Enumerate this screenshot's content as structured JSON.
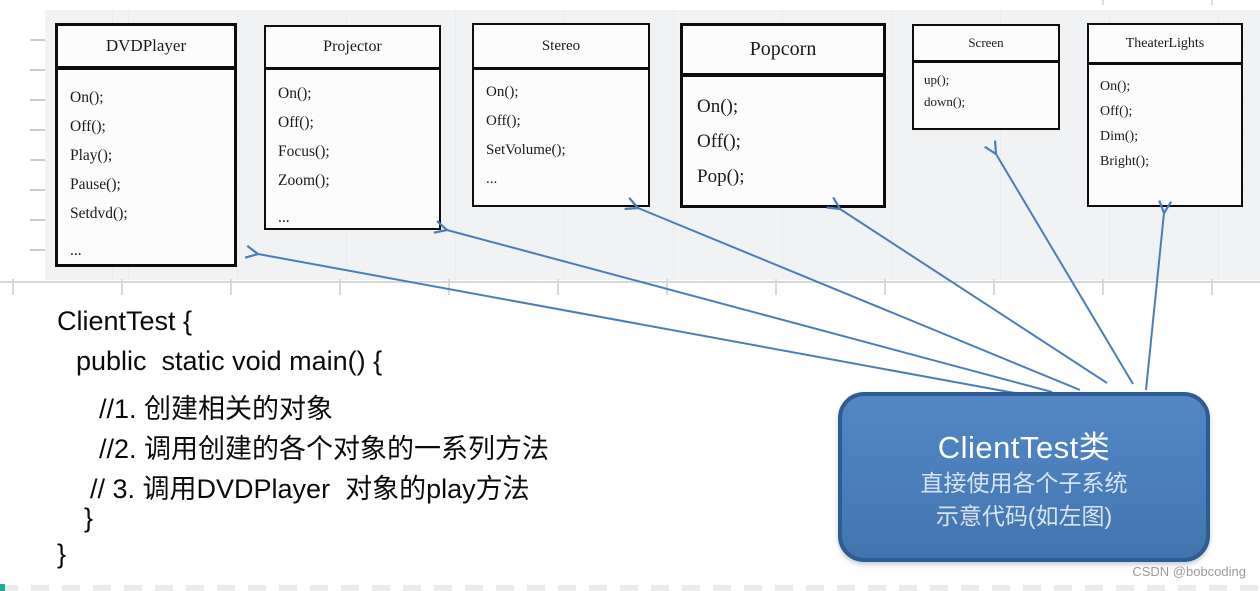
{
  "diagram": {
    "arrow_color": "#4a7ebb",
    "panel_color": "#f1f2f3",
    "classes": [
      {
        "name": "DVDPlayer",
        "methods": [
          "On();",
          "Off();",
          "Play();",
          "Pause();",
          "Setdvd();",
          "..."
        ]
      },
      {
        "name": "Projector",
        "methods": [
          "On();",
          "Off();",
          "Focus();",
          "Zoom();",
          "..."
        ]
      },
      {
        "name": "Stereo",
        "methods": [
          "On();",
          "Off();",
          "SetVolume();",
          "..."
        ]
      },
      {
        "name": "Popcorn",
        "methods": [
          "On();",
          "Off();",
          "Pop();"
        ]
      },
      {
        "name": "Screen",
        "methods": [
          "up();",
          "down();"
        ]
      },
      {
        "name": "TheaterLights",
        "methods": [
          "On();",
          "Off();",
          "Dim();",
          "Bright();"
        ]
      }
    ]
  },
  "code": {
    "lines": [
      "ClientTest {",
      "public  static void main() {",
      "//1. 创建相关的对象",
      "//2. 调用创建的各个对象的一系列方法",
      "// 3. 调用DVDPlayer  对象的play方法",
      "}",
      "}"
    ]
  },
  "callout": {
    "title": "ClientTest类",
    "line1": "直接使用各个子系统",
    "line2": "示意代码(如左图)",
    "fill": "#4a7ebb",
    "border": "#2e5c94",
    "title_color": "#ffffff",
    "subtext_color": "#d9e2f0"
  },
  "watermark": {
    "text": "CSDN @bobcoding"
  }
}
